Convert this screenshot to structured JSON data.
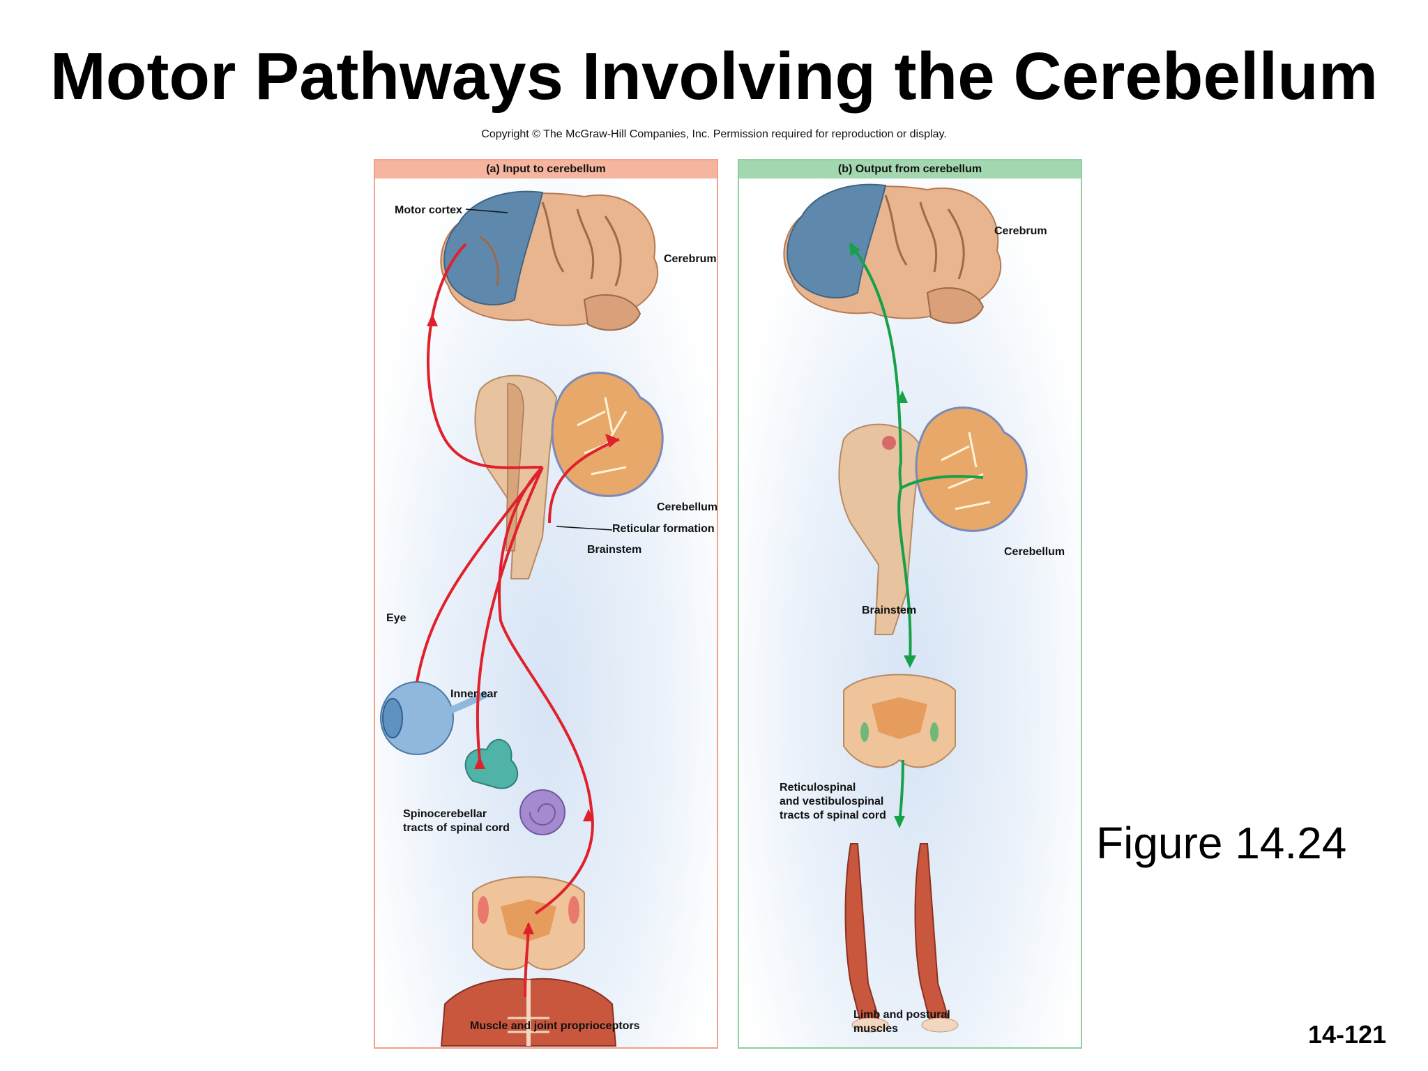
{
  "title": "Motor Pathways Involving the Cerebellum",
  "copyright": "Copyright © The McGraw-Hill Companies, Inc. Permission required for reproduction or display.",
  "panel_a": {
    "header": "(a) Input to cerebellum",
    "labels": {
      "motor_cortex": "Motor cortex",
      "cerebrum": "Cerebrum",
      "cerebellum": "Cerebellum",
      "reticular_formation": "Reticular formation",
      "brainstem": "Brainstem",
      "eye": "Eye",
      "inner_ear": "Inner ear",
      "spinocerebellar_1": "Spinocerebellar",
      "spinocerebellar_2": "tracts of spinal cord",
      "proprioceptors": "Muscle and joint proprioceptors"
    }
  },
  "panel_b": {
    "header": "(b) Output from cerebellum",
    "labels": {
      "cerebrum": "Cerebrum",
      "cerebellum": "Cerebellum",
      "brainstem": "Brainstem",
      "reticulospinal_1": "Reticulospinal",
      "reticulospinal_2": "and vestibulospinal",
      "reticulospinal_3": "tracts of spinal cord",
      "limb_1": "Limb and postural",
      "limb_2": "muscles"
    }
  },
  "figure_ref": "Figure 14.24",
  "page_number": "14-121",
  "colors": {
    "input_pathway": "#e0202a",
    "output_pathway": "#17a04a",
    "motor_cortex": "#5f88ad",
    "brain_tissue": "#e8b58e"
  }
}
